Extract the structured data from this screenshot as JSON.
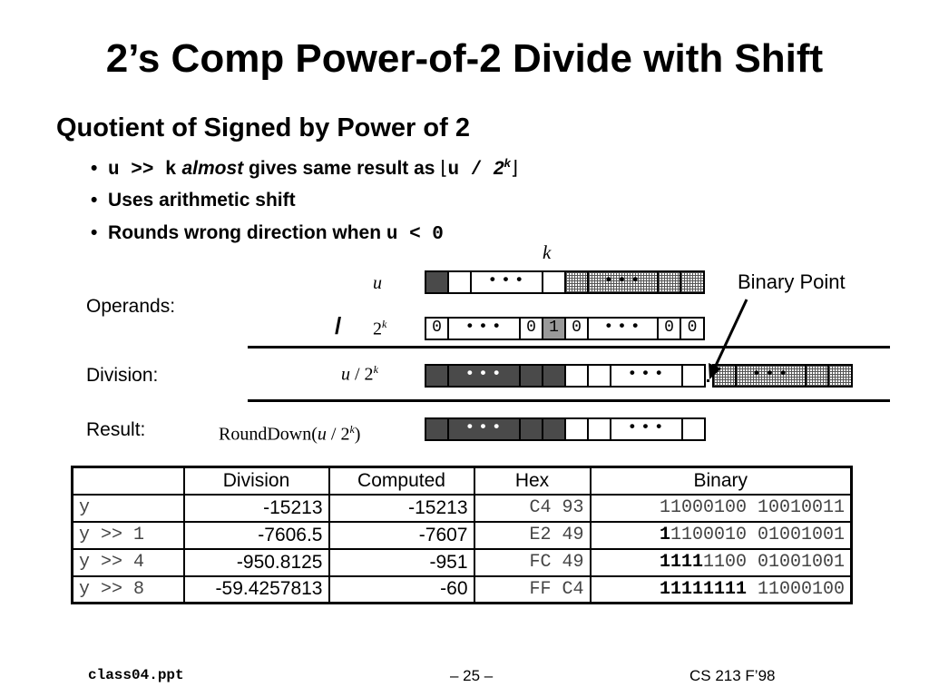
{
  "title": "2’s Comp Power-of-2 Divide with Shift",
  "subtitle": "Quotient of Signed by Power of 2",
  "bullets": {
    "b1": {
      "code": "u >> k",
      "em": "almost",
      "text": " gives same result as ",
      "floor_open": "⌊",
      "code2": "u / ",
      "two": "2",
      "sup": "k",
      "floor_close": "⌋"
    },
    "b2": "Uses arithmetic shift",
    "b3": {
      "text": "Rounds wrong direction when ",
      "code": "u < 0"
    }
  },
  "diagram": {
    "k_label": "k",
    "u_label": "u",
    "operands_label": "Operands:",
    "slash": "/",
    "two": "2",
    "sup_k": "k",
    "division_label": "Division:",
    "div_u": "u",
    "div_slash": " / 2",
    "result_label": "Result:",
    "round_prefix": "RoundDown(",
    "round_u": "u",
    "round_mid": " / 2",
    "round_suffix": ")",
    "binary_point": "Binary Point",
    "dots": "• • •",
    "bit0": "0",
    "bit1": "1"
  },
  "table": {
    "headers": [
      "",
      "Division",
      "Computed",
      "Hex",
      "Binary"
    ],
    "rows": [
      {
        "expr": "y",
        "division": "-15213",
        "computed": "-15213",
        "hex": "C4 93",
        "bin_bold": "",
        "bin_rest": "11000100 10010011"
      },
      {
        "expr": "y >> 1",
        "division": "-7606.5",
        "computed": "-7607",
        "hex": "E2 49",
        "bin_bold": "1",
        "bin_rest": "1100010 01001001"
      },
      {
        "expr": "y >> 4",
        "division": "-950.8125",
        "computed": "-951",
        "hex": "FC 49",
        "bin_bold": "1111",
        "bin_rest": "1100 01001001"
      },
      {
        "expr": "y >> 8",
        "division": "-59.4257813",
        "computed": "-60",
        "hex": "FF C4",
        "bin_bold": "11111111",
        "bin_rest": " 11000100"
      }
    ]
  },
  "footer": {
    "left": "class04.ppt",
    "center": "– 25 –",
    "right": "CS 213 F’98"
  },
  "colors": {
    "dark_cell": "#4a4a4a",
    "highlight_bit": "#999999"
  }
}
